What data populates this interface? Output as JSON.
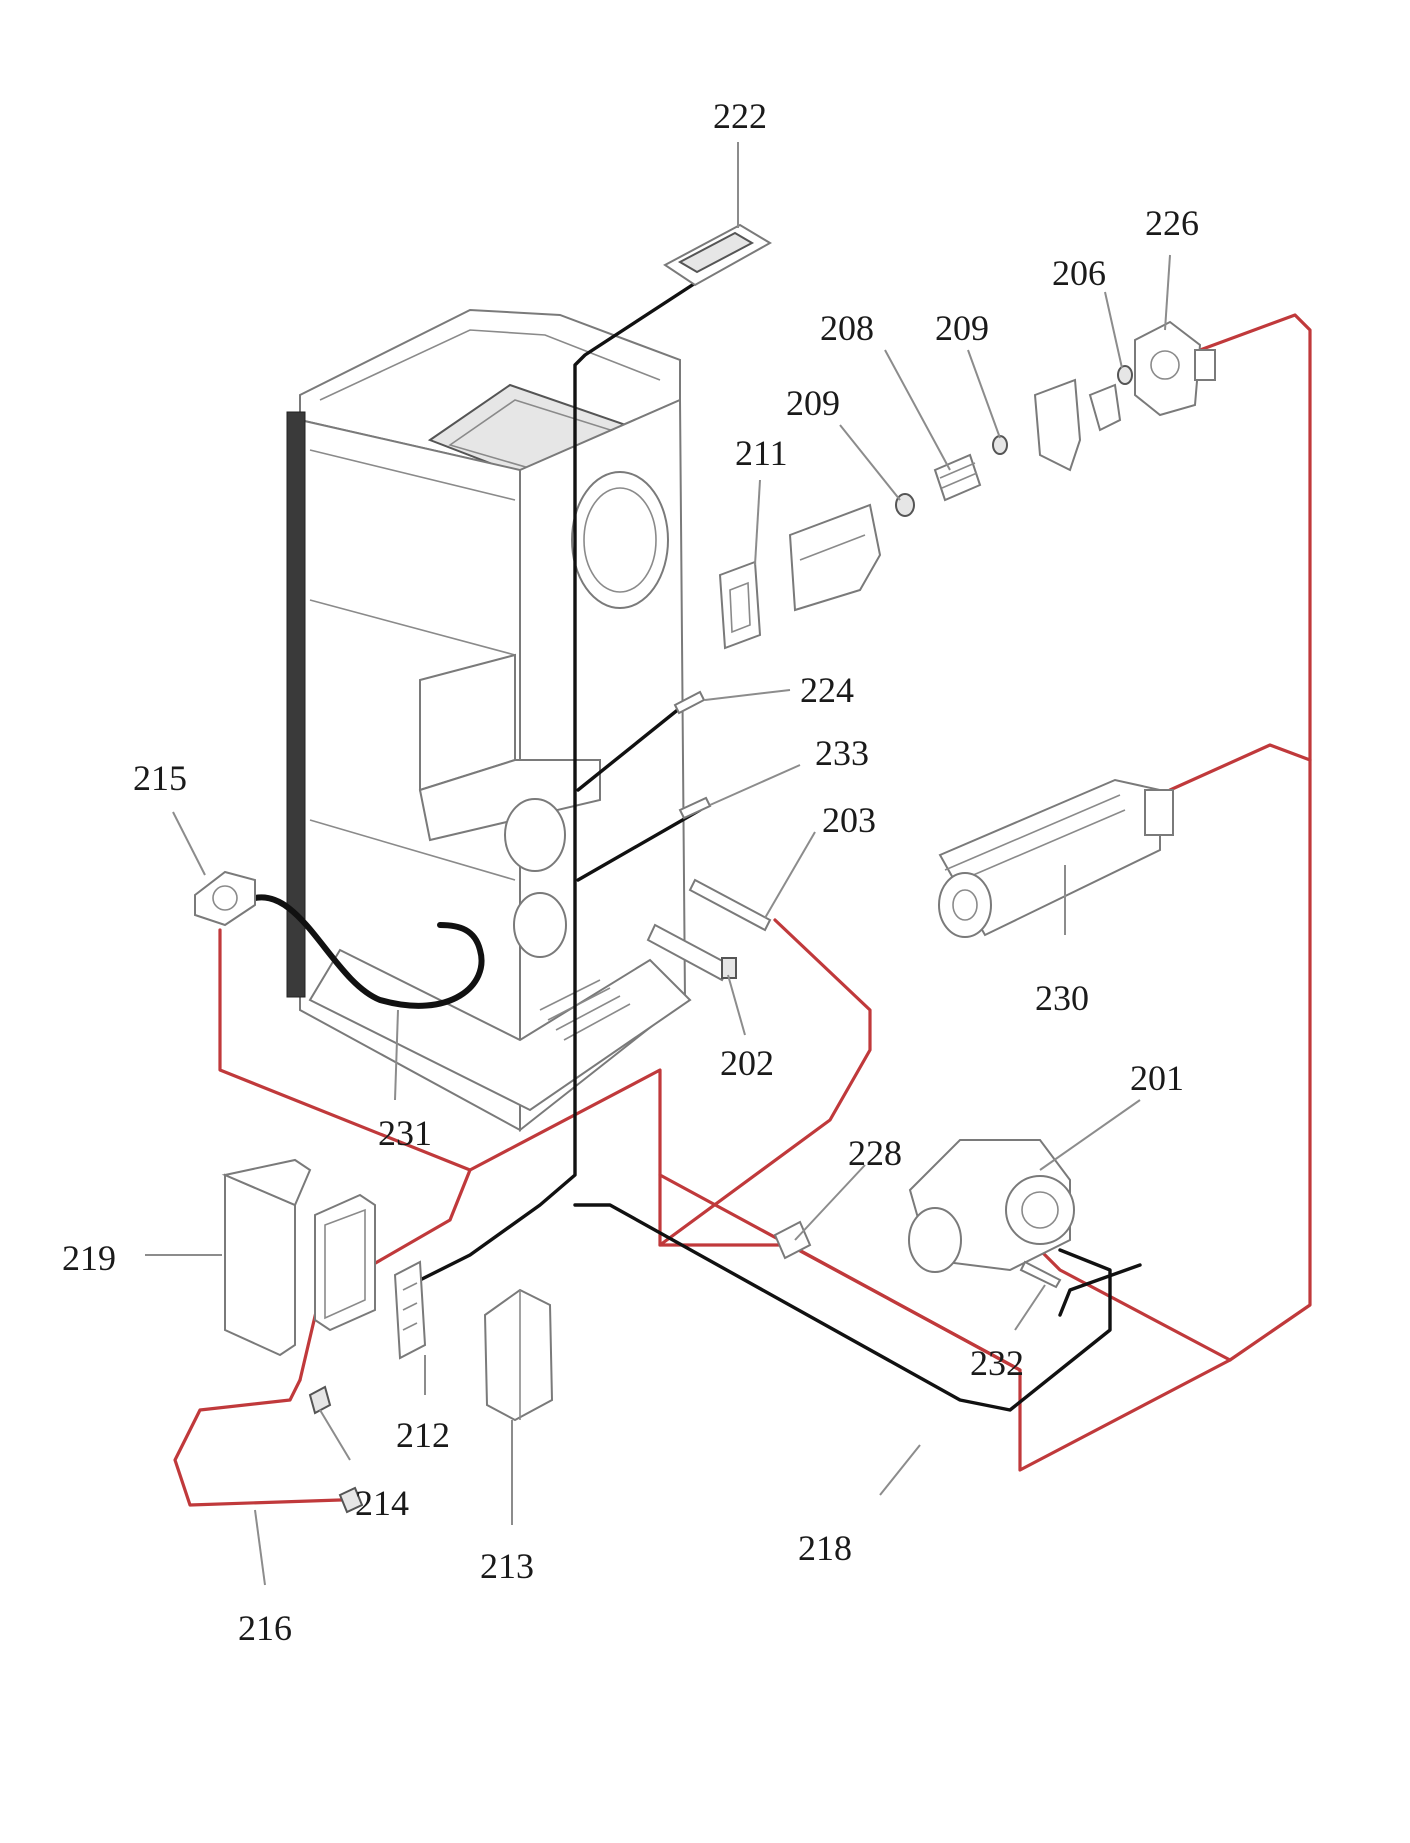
{
  "labels": {
    "l201": "201",
    "l202": "202",
    "l203": "203",
    "l206": "206",
    "l208": "208",
    "l209a": "209",
    "l209b": "209",
    "l211": "211",
    "l212": "212",
    "l213": "213",
    "l214": "214",
    "l215": "215",
    "l216": "216",
    "l218": "218",
    "l219": "219",
    "l222": "222",
    "l224": "224",
    "l226": "226",
    "l228": "228",
    "l230": "230",
    "l231": "231",
    "l232": "232",
    "l233": "233"
  },
  "colors": {
    "power_wire": "#c0393b",
    "signal_wire": "#111111",
    "part_outline": "#7a7a7a",
    "label_text": "#1a1a1a"
  }
}
